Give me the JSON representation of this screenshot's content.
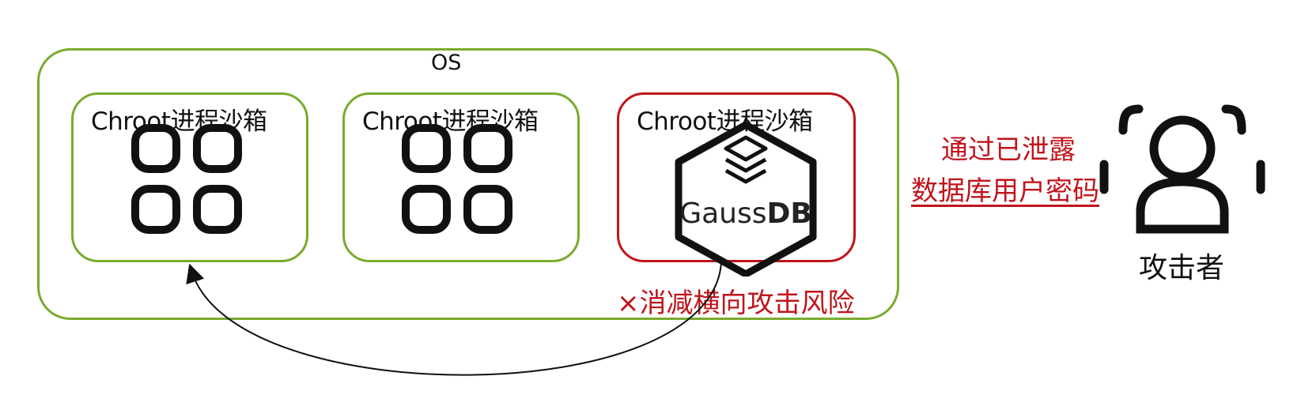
{
  "os": {
    "label": "OS"
  },
  "sandboxes": [
    {
      "title": "Chroot进程沙箱",
      "content": "app-grid"
    },
    {
      "title": "Chroot进程沙箱",
      "content": "app-grid"
    },
    {
      "title": "Chroot进程沙箱",
      "content": "gaussdb"
    }
  ],
  "gaussdb": {
    "logo_text_left": "Gauss",
    "logo_text_right": "DB"
  },
  "mitigation": {
    "text": "×消减横向攻击风险"
  },
  "leak": {
    "line1": "通过已泄露",
    "line2": "数据库用户密码"
  },
  "attacker": {
    "label": "攻击者",
    "icon": "user-focus-icon"
  },
  "colors": {
    "green": "#7aab2e",
    "red": "#c0141c",
    "dark": "#111111"
  }
}
